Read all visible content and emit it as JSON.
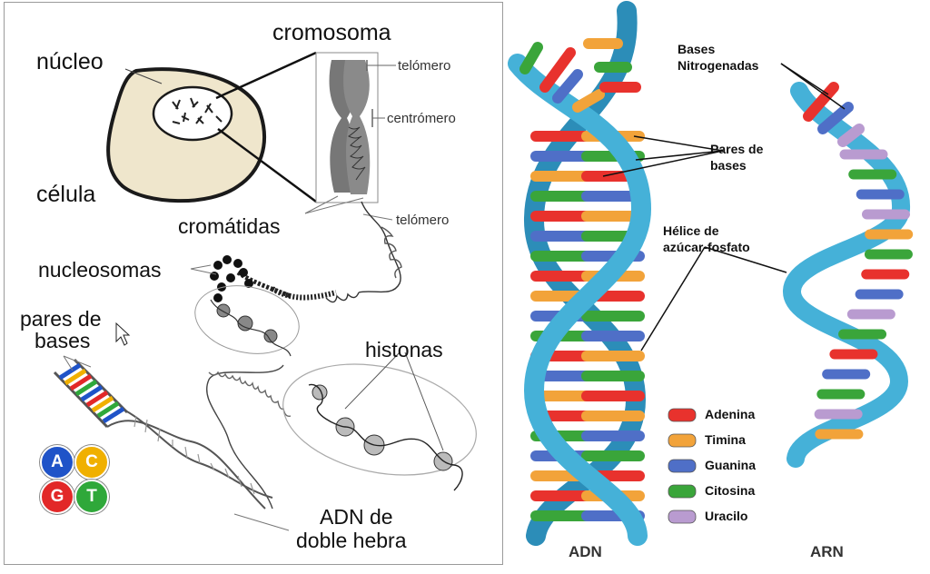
{
  "left_panel": {
    "nucleus": "núcleo",
    "cell": "célula",
    "chromosome": "cromosoma",
    "telomere_top": "telómero",
    "centromere": "centrómero",
    "telomere_bottom": "telómero",
    "chromatids": "cromátidas",
    "nucleosomes": "nucleosomas",
    "base_pairs_line1": "pares de",
    "base_pairs_line2": "bases",
    "histones": "histonas",
    "dna_double_line1": "ADN de",
    "dna_double_line2": "doble hebra",
    "bases": [
      "A",
      "C",
      "G",
      "T"
    ]
  },
  "right_panel": {
    "nitro_line1": "Bases",
    "nitro_line2": "Nitrogenadas",
    "pairs_line1": "Pares de",
    "pairs_line2": "bases",
    "helix_line1": "Hélice de",
    "helix_line2": "azúcar-fosfato",
    "dna_title": "ADN",
    "rna_title": "ARN",
    "legend": [
      {
        "name": "Adenina",
        "color": "#e8322d"
      },
      {
        "name": "Timina",
        "color": "#f2a33a"
      },
      {
        "name": "Guanina",
        "color": "#4f6fc7"
      },
      {
        "name": "Citosina",
        "color": "#3aa53a"
      },
      {
        "name": "Uracilo",
        "color": "#b99bd0"
      }
    ]
  },
  "colors": {
    "base_A": "#1f53c8",
    "base_C": "#f0b000",
    "base_G": "#e22828",
    "base_T": "#2fa83a",
    "helix": "#3fa7cf",
    "helix_dark": "#1f7ea8",
    "cell_fill": "#efe6cc"
  }
}
